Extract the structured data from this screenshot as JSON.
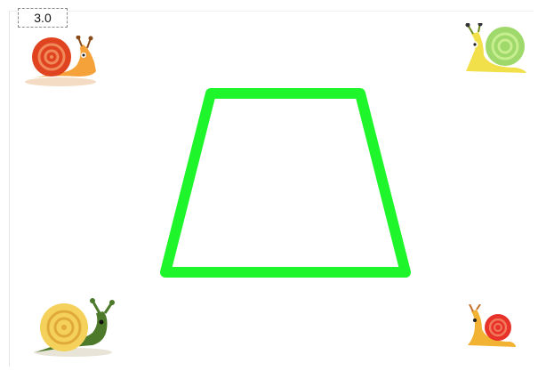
{
  "version_label": "3.0",
  "shape": {
    "kind": "trapezoid",
    "stroke_color": "#1ef52a",
    "fill": "none"
  },
  "snails": [
    {
      "name": "orange-snail",
      "shell_color": "#e0431f",
      "body_color": "#f5a23a",
      "corner": "top-left"
    },
    {
      "name": "green-snail",
      "shell_color": "#9fd86b",
      "body_color": "#f2e04a",
      "corner": "top-right"
    },
    {
      "name": "yellow-snail",
      "shell_color": "#f3d15a",
      "body_color": "#4c7a2a",
      "corner": "bottom-left"
    },
    {
      "name": "red-snail",
      "shell_color": "#e8322a",
      "body_color": "#f2b233",
      "corner": "bottom-right"
    }
  ]
}
